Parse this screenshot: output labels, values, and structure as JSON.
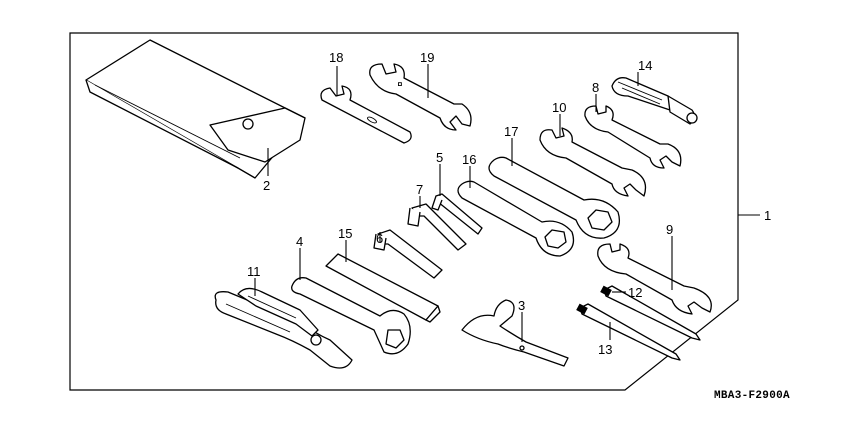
{
  "diagram": {
    "part_code": "MBA3-F2900A",
    "callouts": [
      {
        "id": "1",
        "text": "1"
      },
      {
        "id": "2",
        "text": "2"
      },
      {
        "id": "3",
        "text": "3"
      },
      {
        "id": "4",
        "text": "4"
      },
      {
        "id": "5",
        "text": "5"
      },
      {
        "id": "6",
        "text": "6"
      },
      {
        "id": "7",
        "text": "7"
      },
      {
        "id": "8",
        "text": "8"
      },
      {
        "id": "9",
        "text": "9"
      },
      {
        "id": "10",
        "text": "10"
      },
      {
        "id": "11",
        "text": "11"
      },
      {
        "id": "12",
        "text": "12"
      },
      {
        "id": "13",
        "text": "13"
      },
      {
        "id": "14",
        "text": "14"
      },
      {
        "id": "15",
        "text": "15"
      },
      {
        "id": "16",
        "text": "16"
      },
      {
        "id": "17",
        "text": "17"
      },
      {
        "id": "18",
        "text": "18"
      },
      {
        "id": "19",
        "text": "19"
      }
    ]
  }
}
